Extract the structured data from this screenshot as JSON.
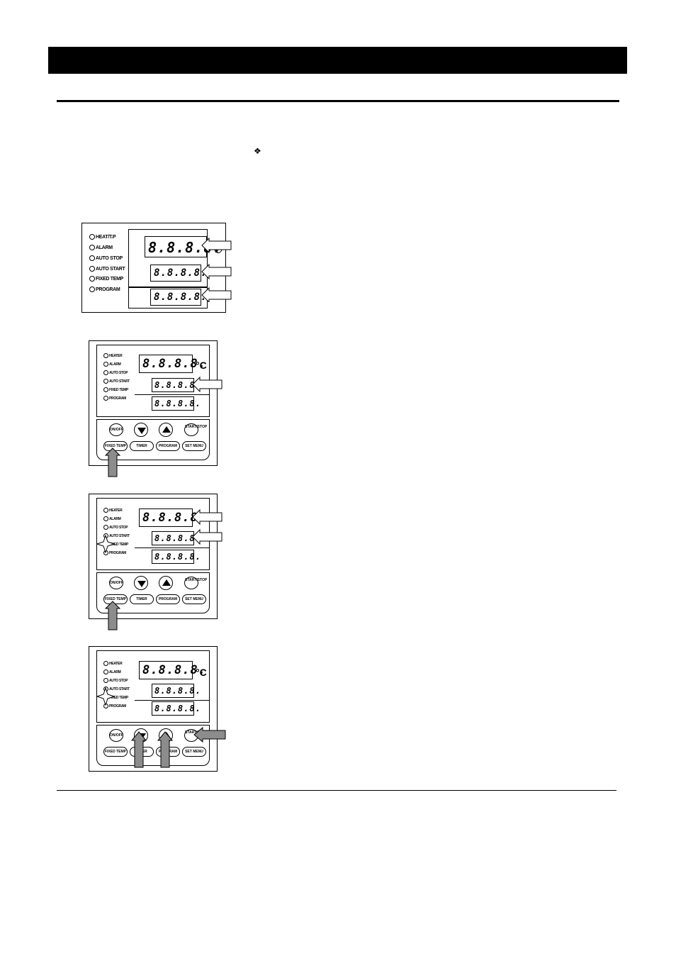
{
  "page": {
    "bullet_symbol": "❖"
  },
  "panel1": {
    "indicators": [
      "HEAT/T.P",
      "ALARM",
      "AUTO STOP",
      "AUTO START",
      "FIXED TEMP",
      "PROGRAM"
    ],
    "display_main": "8.8.8.8.",
    "display_mid": "8.8.8.8.",
    "display_low": "8.8.8.8."
  },
  "panel2": {
    "indicators": [
      "HEATER",
      "ALARM",
      "AUTO STOP",
      "AUTO START",
      "FIXED TEMP",
      "PROGRAM"
    ],
    "display_main": "8.8.8.8.",
    "display_mid": "8.8.8.8.",
    "display_low": "8.8.8.8.",
    "unit": "°C",
    "buttons_top": [
      "ON/OFF",
      "",
      "",
      "START/STOP"
    ],
    "buttons_bottom": [
      "FIXED TEMP",
      "TIMER",
      "PROGRAM",
      "SET MENU"
    ]
  },
  "panel3": {
    "indicators": [
      "HEATER",
      "ALARM",
      "AUTO STOP",
      "AUTO START",
      "FIXED TEMP",
      "PROGRAM"
    ],
    "display_main": "8.8.8.8.",
    "display_mid": "8.8.8.8.",
    "display_low": "8.8.8.8.",
    "buttons_top": [
      "ON/OFF",
      "",
      "",
      "START/STOP"
    ],
    "buttons_bottom": [
      "FIXED TEMP",
      "TIMER",
      "PROGRAM",
      "SET MENU"
    ]
  },
  "panel4": {
    "indicators": [
      "HEATER",
      "ALARM",
      "AUTO STOP",
      "AUTO START",
      "FIXED TEMP",
      "PROGRAM"
    ],
    "display_main": "8.8.8.8.",
    "display_mid": "8.8.8.8.",
    "display_low": "8.8.8.8.",
    "unit": "°C",
    "buttons_top": [
      "ON/OFF",
      "",
      "",
      "START/STOP"
    ],
    "buttons_bottom": [
      "FIXED TEMP",
      "TIMER",
      "PROGRAM",
      "SET MENU"
    ]
  },
  "colors": {
    "arrow_fill_white": "#ffffff",
    "arrow_fill_gray": "#8c8c8c"
  }
}
